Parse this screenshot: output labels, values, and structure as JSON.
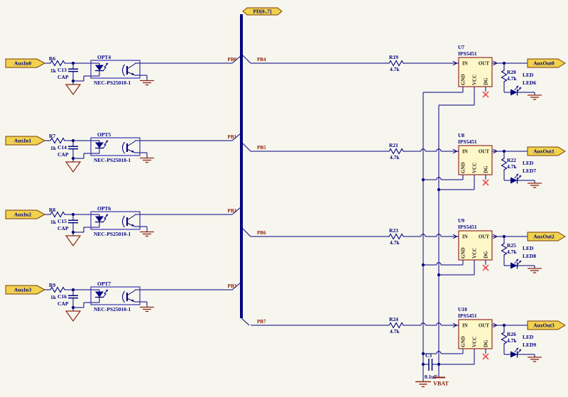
{
  "schematic": {
    "bus_label": "PD[0..7]",
    "ic_pin_names": [
      "IN",
      "OUT",
      "GND",
      "VCC",
      "DG"
    ],
    "input_channels": [
      {
        "port": "AuxIn0",
        "net_label": "PB0",
        "res_ref": "R6",
        "res_val": "1k",
        "cap_ref": "C13",
        "cap_val": "CAP",
        "opto_ref": "OPT4",
        "opto_part": "NEC-PS25010-1"
      },
      {
        "port": "AuxIn1",
        "net_label": "PB1",
        "res_ref": "R7",
        "res_val": "1k",
        "cap_ref": "C14",
        "cap_val": "CAP",
        "opto_ref": "OPT5",
        "opto_part": "NEC-PS25010-1"
      },
      {
        "port": "AuxIn2",
        "net_label": "PB2",
        "res_ref": "R8",
        "res_val": "1k",
        "cap_ref": "C15",
        "cap_val": "CAP",
        "opto_ref": "OPT6",
        "opto_part": "NEC-PS25010-1"
      },
      {
        "port": "AuxIn3",
        "net_label": "PB3",
        "res_ref": "R9",
        "res_val": "1k",
        "cap_ref": "C16",
        "cap_val": "CAP",
        "opto_ref": "OPT7",
        "opto_part": "NEC-PS25010-1"
      }
    ],
    "output_channels": [
      {
        "net_label": "PB4",
        "res_ref": "R19",
        "res_val": "4.7k",
        "ic_ref": "U7",
        "ic_part": "IPS5451",
        "port": "AuxOut0",
        "led_res_ref": "R20",
        "led_res_val": "4.7k",
        "led_comment": "LED",
        "led_ref": "LED6"
      },
      {
        "net_label": "PB5",
        "res_ref": "R21",
        "res_val": "4.7k",
        "ic_ref": "U8",
        "ic_part": "IPS5451",
        "port": "AuxOut1",
        "led_res_ref": "R22",
        "led_res_val": "4.7k",
        "led_comment": "LED",
        "led_ref": "LED7"
      },
      {
        "net_label": "PB6",
        "res_ref": "R23",
        "res_val": "4.7k",
        "ic_ref": "U9",
        "ic_part": "IPS5451",
        "port": "AuxOut2",
        "led_res_ref": "R25",
        "led_res_val": "4.7k",
        "led_comment": "LED",
        "led_ref": "LED8"
      },
      {
        "net_label": "PB7",
        "res_ref": "R24",
        "res_val": "4.7k",
        "ic_ref": "U10",
        "ic_part": "IPS5451",
        "port": "AuxOut3",
        "led_res_ref": "R26",
        "led_res_val": "4.7k",
        "led_comment": "LED",
        "led_ref": "LED9"
      }
    ],
    "power": {
      "cap_ref": "C3",
      "cap_val": "0.1uF",
      "net": "VBAT"
    },
    "colors": {
      "background": "#F7F6EE",
      "wire": "#000080",
      "bus": "#000080",
      "net_label": "#8B1A00",
      "designator": "#000080",
      "pin_name": "#1A1A1A",
      "port_fill": "#F0D24F",
      "port_border": "#7B3A00",
      "ic_fill": "#FEF8C8",
      "ic_border": "#7D0000",
      "opto_border": "#3434B4",
      "ground": "#8B2616",
      "no_connect": "#E53935",
      "power_text": "#7D1A0A"
    }
  }
}
